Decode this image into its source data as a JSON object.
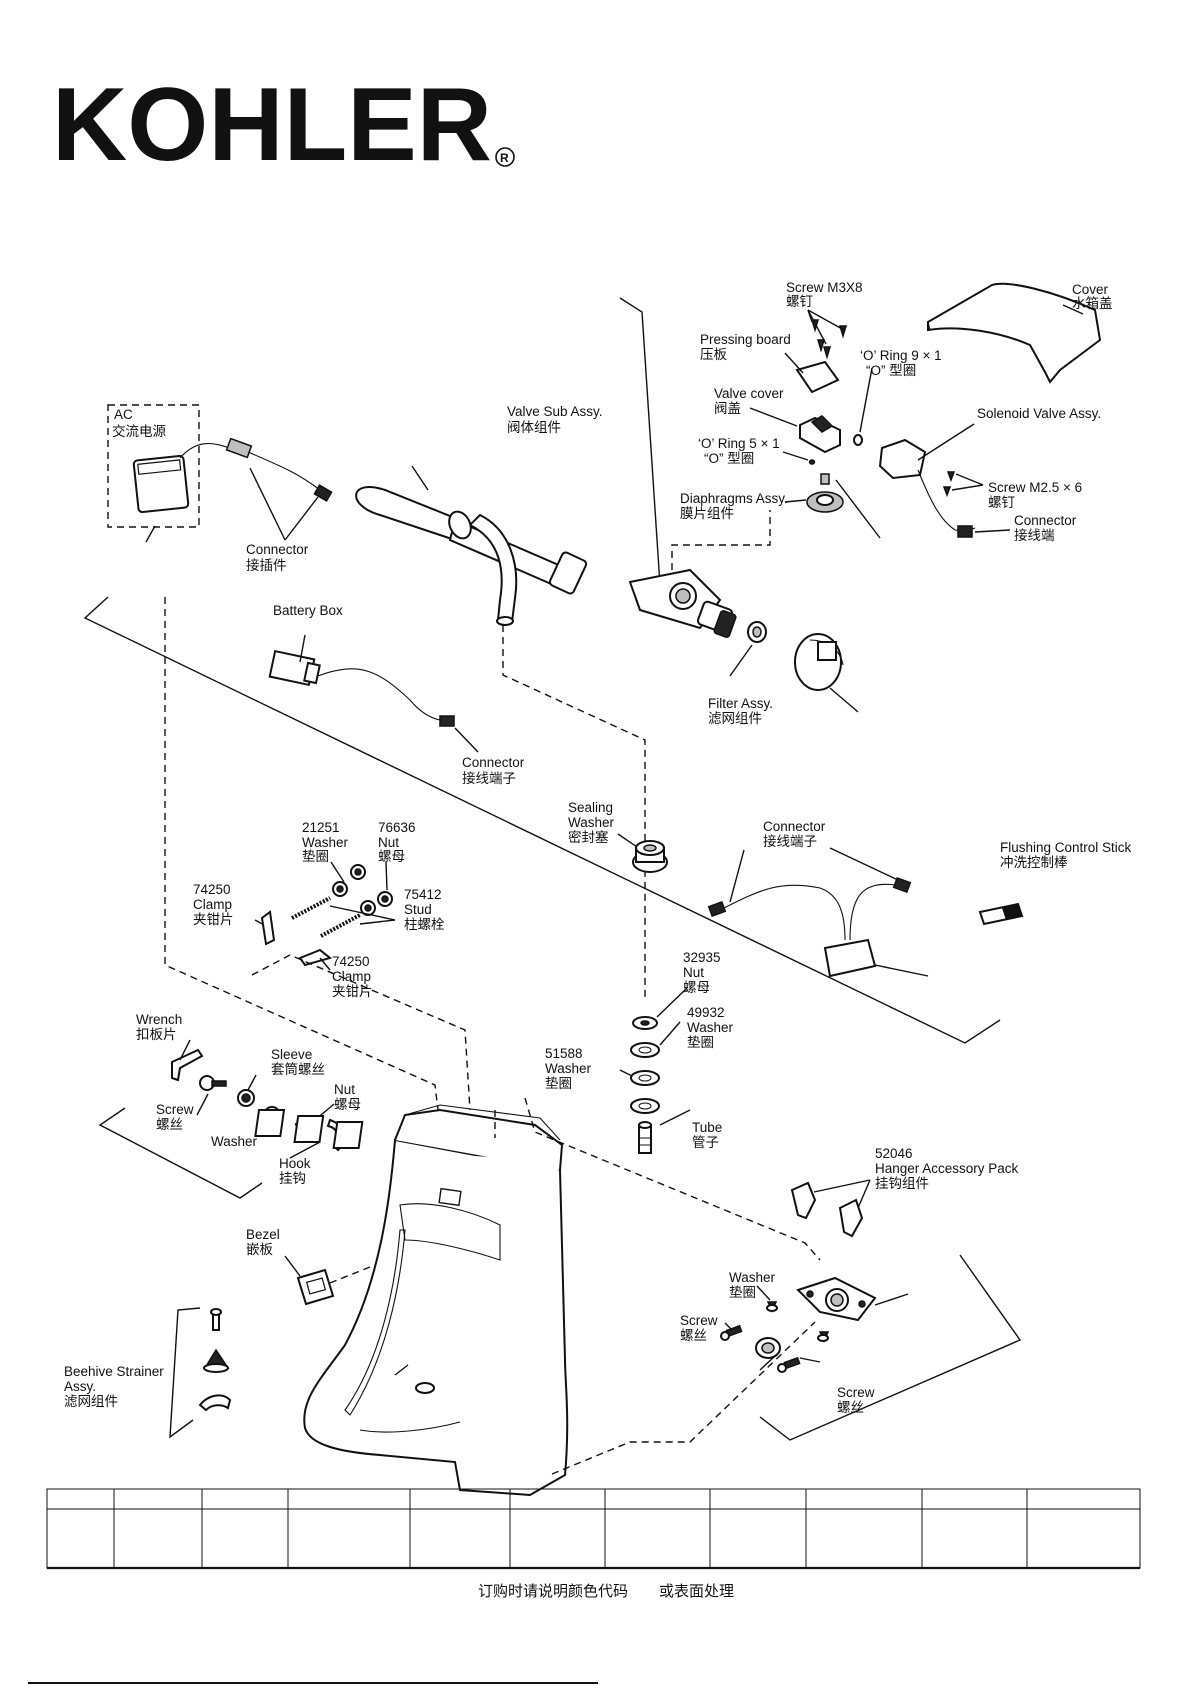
{
  "brand": {
    "name": "KOHLER",
    "registered": "®"
  },
  "labels": {
    "ac": {
      "en": "AC",
      "zh": "交流电源"
    },
    "connector_ac": {
      "en": "Connector",
      "zh": "接插件"
    },
    "battery_box": {
      "en": "Battery Box"
    },
    "connector_battery": {
      "en": "Connector",
      "zh": "接线端子"
    },
    "valve_sub_assy": {
      "en": "Valve Sub Assy.",
      "zh": "阀体组件"
    },
    "screw_m3x8": {
      "en": "Screw M3X8",
      "zh": "螺钉"
    },
    "pressing_board": {
      "en": "Pressing board",
      "zh": "压板"
    },
    "valve_cover": {
      "en": "Valve cover",
      "zh": "阀盖"
    },
    "oring_5x1": {
      "en": "‘O’ Ring 5 × 1",
      "zh": "“O” 型圈"
    },
    "oring_9x1": {
      "en": "‘O’ Ring 9 × 1",
      "zh": "“O” 型圈"
    },
    "diaphragms_assy": {
      "en": "Diaphragms Assy.",
      "zh": "膜片组件"
    },
    "cover": {
      "en": "Cover",
      "zh": "水箱盖"
    },
    "solenoid_valve": {
      "en": "Solenoid Valve Assy."
    },
    "screw_m25x6": {
      "en": "Screw M2.5 × 6",
      "zh": "螺钉"
    },
    "connector_solenoid": {
      "en": "Connector",
      "zh": "接线端"
    },
    "filter_assy": {
      "en": "Filter Assy.",
      "zh": "滤网组件"
    },
    "sealing_washer": {
      "en1": "Sealing",
      "en2": "Washer",
      "zh": "密封塞"
    },
    "washer_21251": {
      "num": "21251",
      "en": "Washer",
      "zh": "垫圈"
    },
    "nut_76636": {
      "num": "76636",
      "en": "Nut",
      "zh": "螺母"
    },
    "clamp_74250_a": {
      "num": "74250",
      "en": "Clamp",
      "zh": "夹钳片"
    },
    "stud_75412": {
      "num": "75412",
      "en": "Stud",
      "zh": "柱螺栓"
    },
    "clamp_74250_b": {
      "num": "74250",
      "en": "Clamp",
      "zh": "夹钳片"
    },
    "connector_control": {
      "en": "Connector",
      "zh": "接线端子"
    },
    "flushing_stick": {
      "en": "Flushing Control Stick",
      "zh": "冲洗控制棒"
    },
    "nut_32935": {
      "num": "32935",
      "en": "Nut",
      "zh": "螺母"
    },
    "washer_49932": {
      "num": "49932",
      "en": "Washer",
      "zh": "垫圈"
    },
    "washer_51588": {
      "num": "51588",
      "en": "Washer",
      "zh": "垫圈"
    },
    "tube": {
      "en": "Tube",
      "zh": "管子"
    },
    "wrench": {
      "en": "Wrench",
      "zh": "扣板片"
    },
    "sleeve": {
      "en": "Sleeve",
      "zh": "套筒螺丝"
    },
    "screw_left": {
      "en": "Screw",
      "zh": "螺丝"
    },
    "washer_left": {
      "en": "Washer"
    },
    "nut_left": {
      "en": "Nut",
      "zh": "螺母"
    },
    "hook": {
      "en": "Hook",
      "zh": "挂钩"
    },
    "bezel": {
      "en": "Bezel",
      "zh": "嵌板"
    },
    "beehive": {
      "en1": "Beehive Strainer",
      "en2": "Assy.",
      "zh": "滤网组件"
    },
    "hanger_pack": {
      "num": "52046",
      "en": "Hanger Accessory Pack",
      "zh": "挂钩组件"
    },
    "washer_hanger": {
      "en": "Washer",
      "zh": "垫圈"
    },
    "screw_hanger_a": {
      "en": "Screw",
      "zh": "螺丝"
    },
    "screw_hanger_b": {
      "en": "Screw",
      "zh": "螺丝"
    }
  },
  "footer": {
    "note_part1": "订购时请说明颜色代码",
    "note_part2": "或表面处理"
  }
}
